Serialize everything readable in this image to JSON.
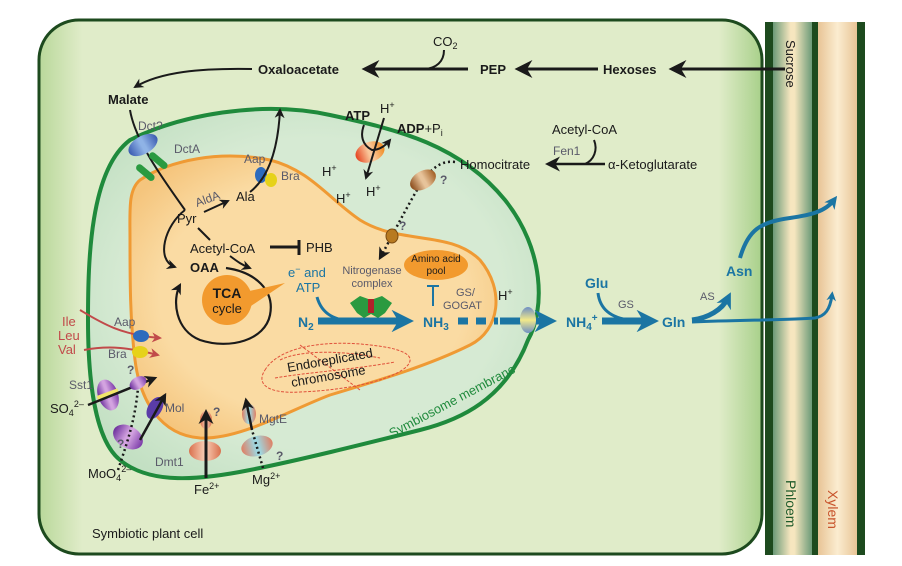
{
  "diagram": {
    "title": "Symbiotic plant cell",
    "regions": {
      "plant_cell": "Symbiotic plant cell",
      "symbiosome_membrane": "Symbiosome membrane",
      "chromosome": [
        "Endoreplicated",
        "chromosome"
      ],
      "phloem": "Phloem",
      "xylem": "Xylem",
      "sucrose": "Sucrose"
    },
    "carbon_pathway": {
      "co2": "CO",
      "co2_sub": "2",
      "oxaloacetate": "Oxaloacetate",
      "pep": "PEP",
      "hexoses": "Hexoses",
      "malate": "Malate"
    },
    "homocitrate_pathway": {
      "acetyl_coa": "Acetyl-CoA",
      "fen1": "Fen1",
      "homocitrate": "Homocitrate",
      "alpha_ketoglutarate": "α-Ketoglutarate"
    },
    "atpase": {
      "atp": "ATP",
      "h_plus": "H",
      "plus": "+",
      "adp": "ADP",
      "pi": "+P",
      "pi_sub": "i"
    },
    "bacteroid_metabolism": {
      "pyr": "Pyr",
      "alda": "AldA",
      "ala": "Ala",
      "acetyl_coa": "Acetyl-CoA",
      "phb": "PHB",
      "oaa": "OAA",
      "tca": [
        "TCA",
        "cycle"
      ],
      "e_and": "e",
      "e_sup": "−",
      "and": " and",
      "atp": "ATP",
      "nitrogenase": [
        "Nitrogenase",
        "complex"
      ],
      "amino_acid_pool": [
        "Amino acid",
        "pool"
      ],
      "n2": "N",
      "n2_sub": "2",
      "nh3": "NH",
      "nh3_sub": "3",
      "gs_gogat": [
        "GS/",
        "GOGAT"
      ]
    },
    "nitrogen_export": {
      "h_plus": "H",
      "nh4": "NH",
      "nh4_sub": "4",
      "nh4_sup": "+",
      "glu": "Glu",
      "gs": "GS",
      "gln": "Gln",
      "as": "AS",
      "asn": "Asn"
    },
    "transporters": {
      "dct_q": "Dct?",
      "dcta": "DctA",
      "aap_top": "Aap",
      "bra_top": "Bra",
      "aap_left": "Aap",
      "bra_left": "Bra",
      "sst1": "Sst1",
      "mol": "Mol",
      "dmt1": "Dmt1",
      "mgte": "MgtE",
      "unknown": "?"
    },
    "amino_acids_in": [
      "Ile",
      "Leu",
      "Val"
    ],
    "ions": {
      "so4": "SO",
      "so4_sub": "4",
      "so4_sup": "2–",
      "moo4": "MoO",
      "moo4_sub": "4",
      "moo4_sup": "2–",
      "fe": "Fe",
      "fe_sup": "2+",
      "mg": "Mg",
      "mg_sup": "2+"
    },
    "h_plus_periplasm": [
      "H",
      "H",
      "H"
    ],
    "colors": {
      "cell_fill": "#e0ecc9",
      "cell_border": "#1d4a1e",
      "symbiosome_membrane": "#1f8a3c",
      "periplasm_fill": "#d3e8cf",
      "bacteroid_fill": "#f9d9a0",
      "bacteroid_border": "#ef9a34",
      "tca_fill": "#f29a2e",
      "nitrogen_flow": "#1b75a3",
      "amino_acid_arrow": "#c14a4a",
      "phloem_core": "#f3e4bf",
      "xylem_core": "#f5dcb4"
    }
  }
}
